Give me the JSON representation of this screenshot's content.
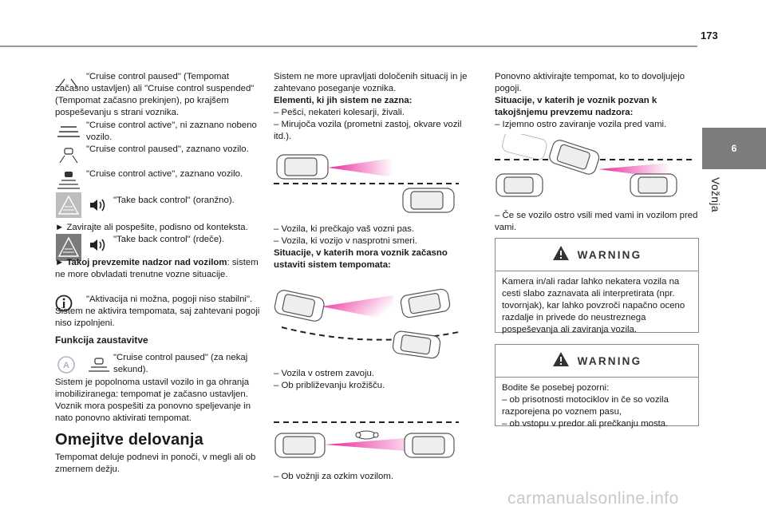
{
  "page": {
    "number": "173",
    "chapter_number": "6",
    "chapter_title": "Vožnja"
  },
  "col1": {
    "b1": "\"Cruise control paused\" (Tempomat začasno ustavljen) ali \"Cruise control suspended\" (Tempomat začasno prekinjen), po krajšem pospeševanju s strani voznika.",
    "b2": "\"Cruise control active\", ni zaznano nobeno vozilo.",
    "b3": "\"Cruise control paused\", zaznano vozilo.",
    "b4": "\"Cruise control active\", zaznano vozilo.",
    "b5": "\"Take back control\" (oranžno).",
    "b6": "► Zavirajte ali pospešite, podisno od konteksta.",
    "b7": "\"Take back control\" (rdeče).",
    "b8_bold": "► Takoj prevzemite nadzor nad vozilom",
    "b8_rest": ": sistem ne more obvladati trenutne vozne situacije.",
    "b9": "\"Aktivacija ni možna, pogoji niso stabilni\". Sistem ne aktivira tempomata, saj zahtevani pogoji niso izpolnjeni.",
    "h_stop": "Funkcija zaustavitve",
    "b10": "\"Cruise control paused\" (za nekaj sekund).",
    "b11": "Sistem je popolnoma ustavil vozilo in ga ohranja imobiliziranega: tempomat je začasno ustavljen. Voznik mora pospešiti za ponovno speljevanje in nato ponovno aktivirati tempomat.",
    "h_limits": "Omejitve delovanja",
    "b12": "Tempomat deluje podnevi in ponoči, v megli ali ob zmernem dežju."
  },
  "col2": {
    "p1": "Sistem ne more upravljati določenih situacij in je zahtevano poseganje voznika.",
    "h1": "Elementi, ki jih sistem ne zazna:",
    "l1": "–  Pešci, nekateri kolesarji, živali.",
    "l2": "–  Mirujoča vozila (prometni zastoj, okvare vozil itd.).",
    "l3": "–  Vozila, ki prečkajo vaš vozni pas.",
    "l4": "–  Vozila, ki vozijo v nasprotni smeri.",
    "h2": "Situacije, v katerih mora voznik začasno ustaviti sistem tempomata:",
    "l5": "–  Vozila v ostrem zavoju.",
    "l6": "–  Ob približevanju krožišču.",
    "l7": "–  Ob vožnji za ozkim vozilom."
  },
  "col3": {
    "p1": "Ponovno aktivirajte tempomat, ko to dovoljujejo pogoji.",
    "h1": "Situacije, v katerih je voznik pozvan k takojšnjemu prevzemu nadzora:",
    "l1": "–  Izjemno ostro zaviranje vozila pred vami.",
    "l2": "–  Če se vozilo ostro vsili med vami in vozilom pred vami.",
    "warn1_title": "WARNING",
    "warn1_text": "Kamera in/ali radar lahko nekatera vozila na cesti slabo zaznavata ali interpretirata (npr. tovornjak), kar lahko povzroči napačno oceno razdalje in privede do neustreznega pospeševanja ali zaviranja vozila.",
    "warn2_title": "WARNING",
    "warn2_text": "Bodite še posebej pozorni:",
    "warn2_l1": "–  ob prisotnosti motociklov in če so vozila razporejena po voznem pasu,",
    "warn2_l2": "–  ob vstopu v predor ali prečkanju mosta."
  },
  "footer": {
    "watermark": "carmanualsonline.info"
  },
  "colors": {
    "accent_pink": "#e6008a",
    "side_tab": "#7c7c7c",
    "rule": "#9a9a9a"
  },
  "icons": [
    "road-lines-icon",
    "car-ahead-icon",
    "take-back-control-icon",
    "speaker-icon",
    "info-icon",
    "auto-hold-icon",
    "warning-triangle-icon"
  ]
}
